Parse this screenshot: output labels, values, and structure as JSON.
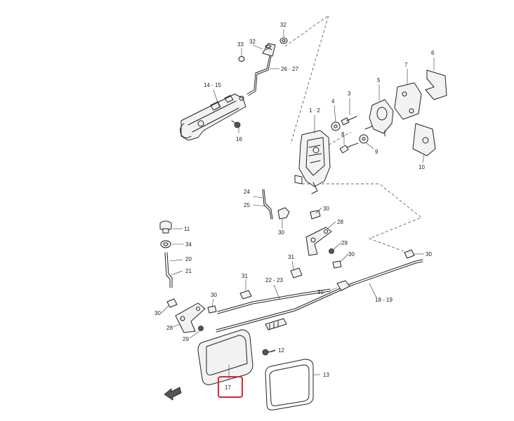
{
  "labels": {
    "l1_2": "1 · 2",
    "l3": "3",
    "l4": "4",
    "l5": "5",
    "l6": "6",
    "l7": "7",
    "l8": "8",
    "l9": "9",
    "l10": "10",
    "l11": "11",
    "l12": "12",
    "l13": "13",
    "l14_15": "14 - 15",
    "l16": "16",
    "l17": "17",
    "l18_19": "18 - 19",
    "l20": "20",
    "l21": "21",
    "l22_23": "22 - 23",
    "l24": "24",
    "l25": "25",
    "l26_27": "26 · 27",
    "l28a": "28",
    "l28b": "28",
    "l29a": "29",
    "l29b": "29",
    "l30a": "30",
    "l30b": "30",
    "l30c": "30",
    "l30d": "30",
    "l30e": "30",
    "l30f": "30",
    "l31a": "31",
    "l31b": "31",
    "l31c": "31",
    "l32a": "32",
    "l32b": "32",
    "l33": "33",
    "l34": "34"
  },
  "highlight": {
    "part": "17",
    "color": "#d9262c"
  },
  "colors": {
    "line": "#222222",
    "background": "#ffffff"
  }
}
